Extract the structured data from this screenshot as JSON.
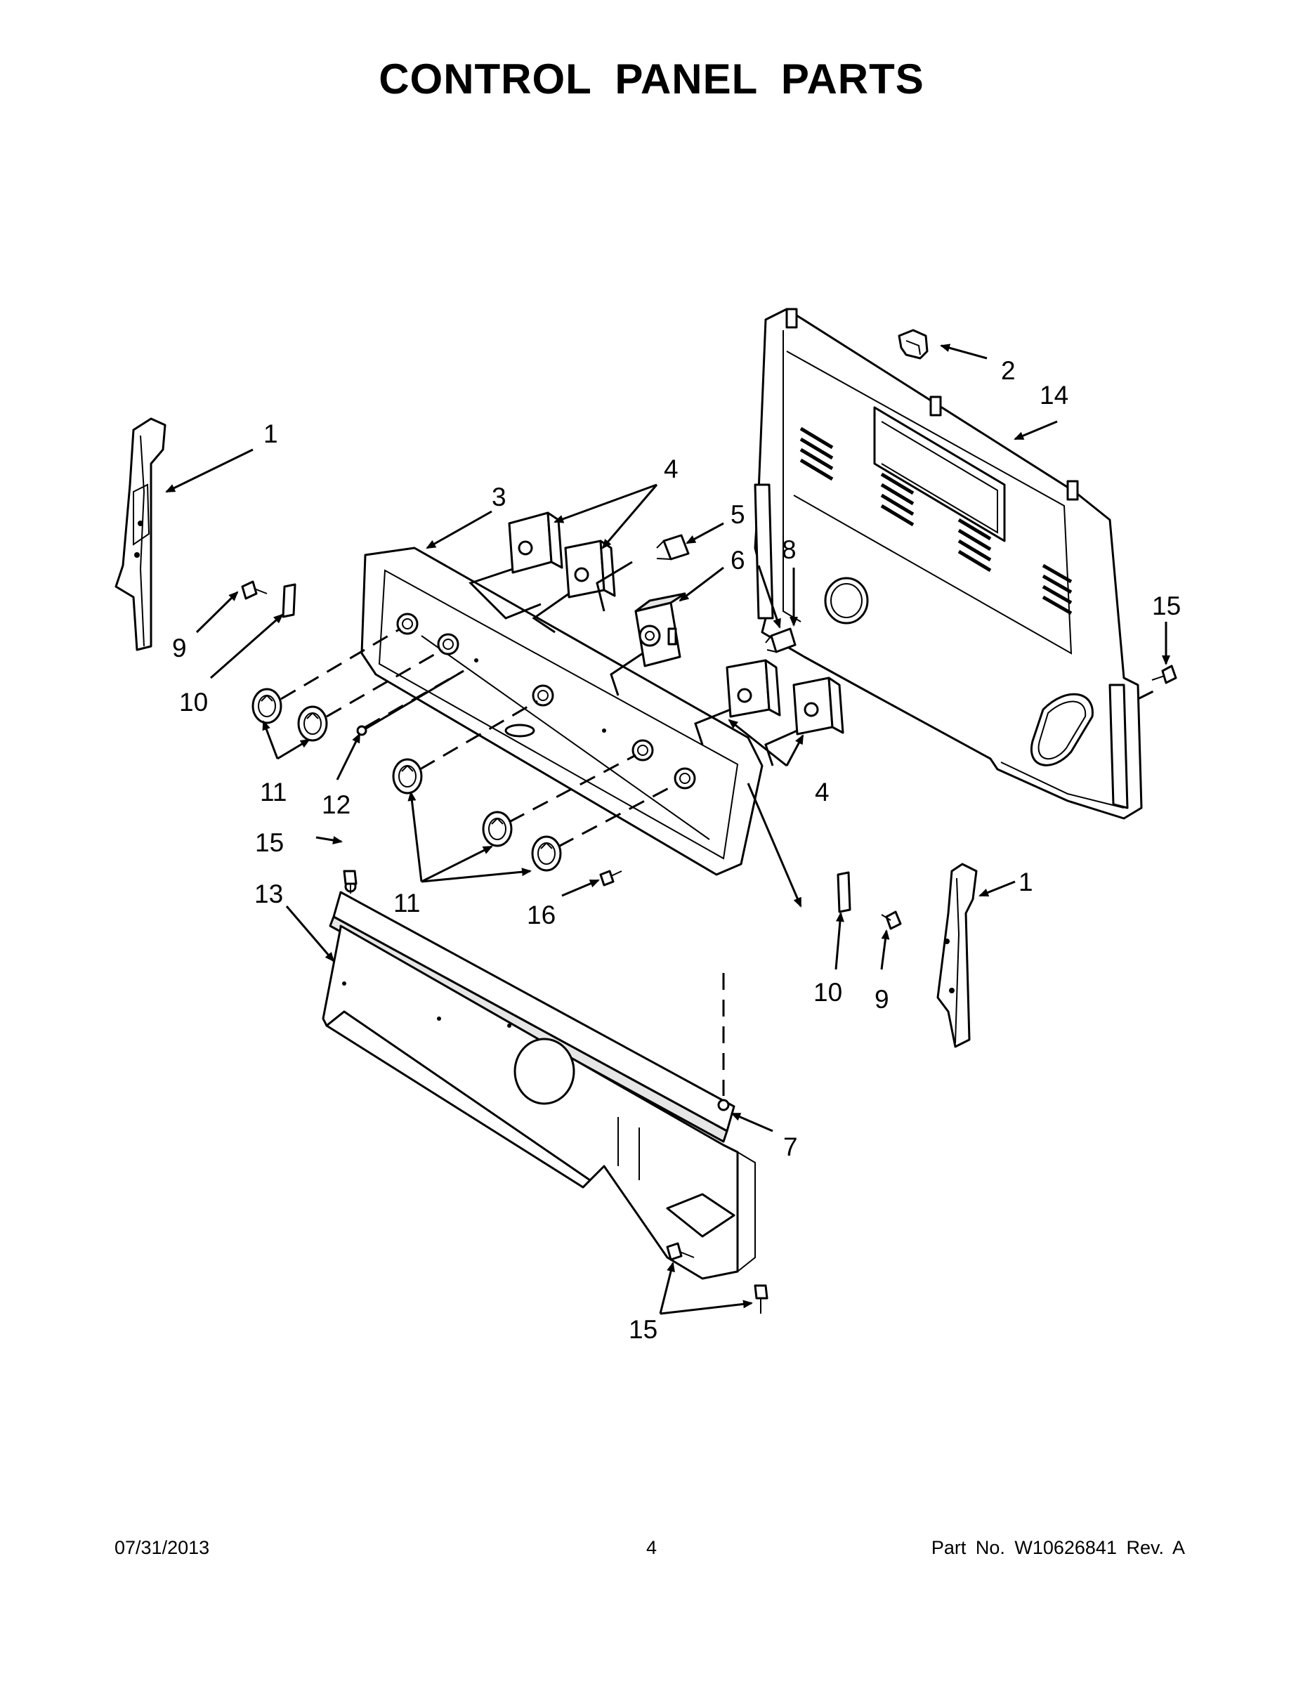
{
  "title": "CONTROL PANEL PARTS",
  "callouts": {
    "c1_left": "1",
    "c1_right": "1",
    "c2": "2",
    "c3": "3",
    "c4_top": "4",
    "c4_bottom": "4",
    "c5": "5",
    "c6": "6",
    "c7": "7",
    "c8": "8",
    "c9_left": "9",
    "c9_right": "9",
    "c10_left": "10",
    "c10_right": "10",
    "c11_left": "11",
    "c11_mid": "11",
    "c12": "12",
    "c13": "13",
    "c14": "14",
    "c15_left": "15",
    "c15_right": "15",
    "c15_bottom": "15",
    "c16": "16"
  },
  "footer": {
    "date": "07/31/2013",
    "page": "4",
    "part_number": "Part No.  W10626841  Rev.  A"
  }
}
